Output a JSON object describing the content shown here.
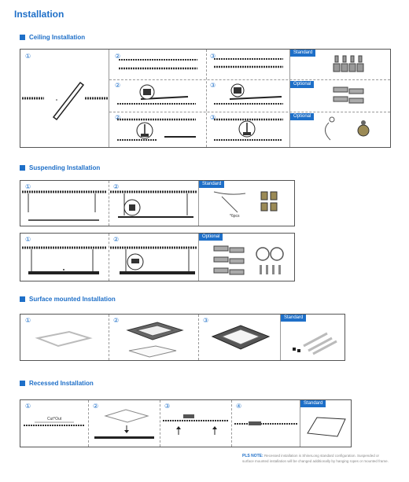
{
  "page": {
    "title": "Installation"
  },
  "sections": {
    "ceiling": {
      "title": "Ceiling Installation"
    },
    "suspending": {
      "title": "Suspending Installation"
    },
    "surface": {
      "title": "Surface mounted Installation"
    },
    "recessed": {
      "title": "Recessed Installation"
    }
  },
  "steps": {
    "s1": "①",
    "s2": "②",
    "s3": "③",
    "s4": "④"
  },
  "tags": {
    "standard": "Standard",
    "optional": "Optional"
  },
  "annotations": {
    "pcs": "*6pcs",
    "cutout": "Cut^Out"
  },
  "note": {
    "label": "PLS NOTE:",
    "text": "Recessed installation is ShineLong standard configuration. Suspended or surface mounted installation will be changed additionally by hanging ropes or mounted frame."
  },
  "colors": {
    "accent": "#1e6fc8",
    "line": "#555555",
    "panel": "#333333"
  }
}
